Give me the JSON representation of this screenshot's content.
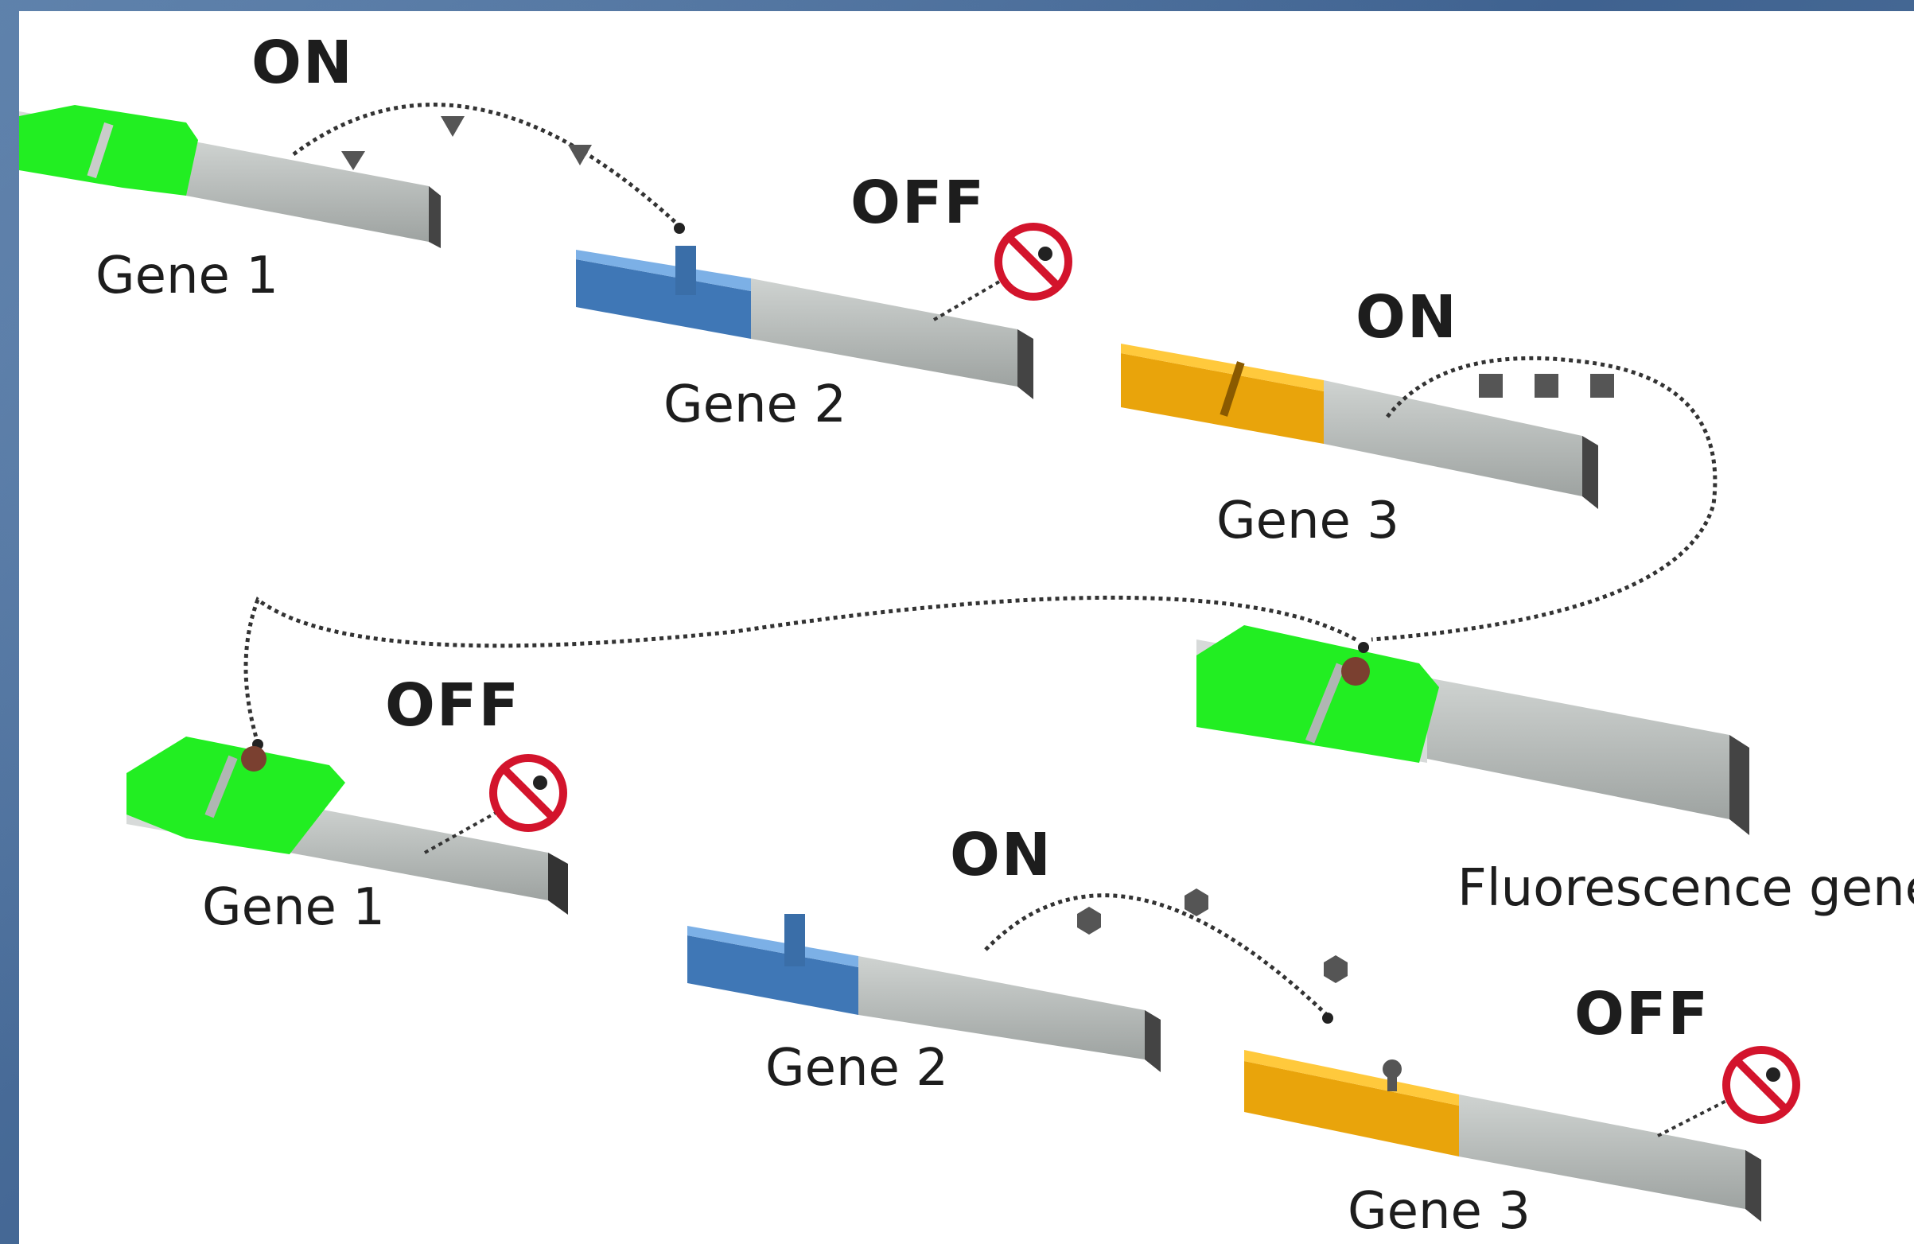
{
  "states": {
    "s1": "ON",
    "s2": "OFF",
    "s3": "ON",
    "s4": "OFF",
    "s5": "ON",
    "s6": "OFF"
  },
  "genes": {
    "g1": "Gene 1",
    "g2": "Gene 2",
    "g3": "Gene 3",
    "g4": "Gene 1",
    "g5": "Fluorescence gene",
    "g6": "Gene 2",
    "g7": "Gene 3"
  },
  "colors": {
    "gene1_promoter": "#22ee22",
    "gene2_promoter": "#4a8fd6",
    "gene3_promoter": "#f2b10e",
    "fluorescence_promoter": "#22ee22",
    "coding_region": "#b9bebb",
    "repression_sign": "#d3142c"
  },
  "icons": {
    "repressor_1": "triangle-protein-icon",
    "repressor_2": "square-protein-icon",
    "repressor_3": "hexagon-protein-icon",
    "blocked": "no-sign-icon"
  }
}
